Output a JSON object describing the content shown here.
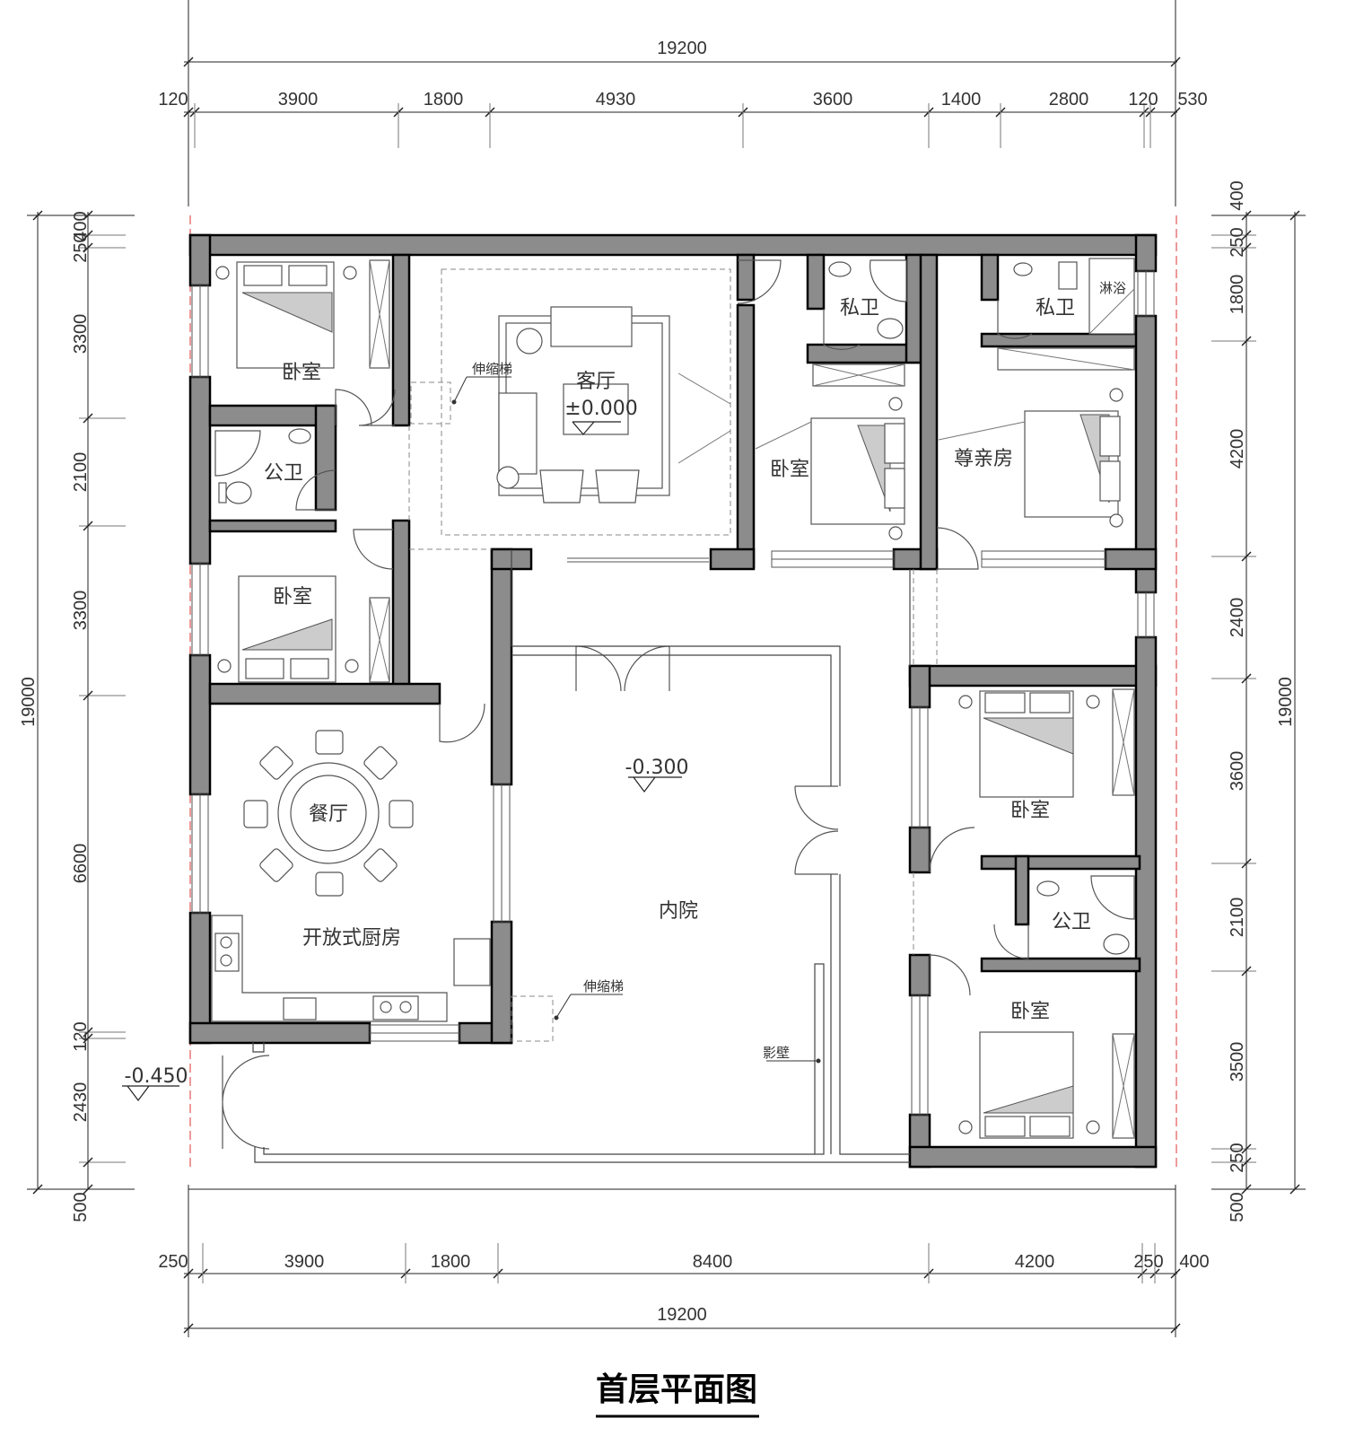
{
  "title": "首层平面图",
  "top_total": "19200",
  "top_segments": [
    "120",
    "3900",
    "1800",
    "4930",
    "3600",
    "1400",
    "2800",
    "120",
    "530"
  ],
  "bottom_total": "19200",
  "bottom_segments": [
    "250",
    "3900",
    "1800",
    "8400",
    "4200",
    "250",
    "400"
  ],
  "left_total": "19000",
  "left_segments": [
    "400",
    "250",
    "3300",
    "2100",
    "3300",
    "6600",
    "120",
    "2430",
    "500"
  ],
  "right_total": "19000",
  "right_segments": [
    "400",
    "250",
    "1800",
    "4200",
    "2400",
    "3600",
    "2100",
    "3500",
    "250",
    "500"
  ],
  "rooms": {
    "bedroom_nw": "卧室",
    "public_bath_w": "公卫",
    "bedroom_w": "卧室",
    "living": "客厅",
    "living_level": "±0.000",
    "telescopic_ladder_1": "伸缩梯",
    "private_bath_1": "私卫",
    "bedroom_n": "卧室",
    "private_bath_2": "私卫",
    "shower": "淋浴",
    "elder_room": "尊亲房",
    "dining": "餐厅",
    "kitchen": "开放式厨房",
    "courtyard": "内院",
    "courtyard_level": "-0.300",
    "telescopic_ladder_2": "伸缩梯",
    "screen_wall": "影壁",
    "entry_level": "-0.450",
    "bedroom_e1": "卧室",
    "public_bath_e": "公卫",
    "bedroom_e2": "卧室"
  }
}
